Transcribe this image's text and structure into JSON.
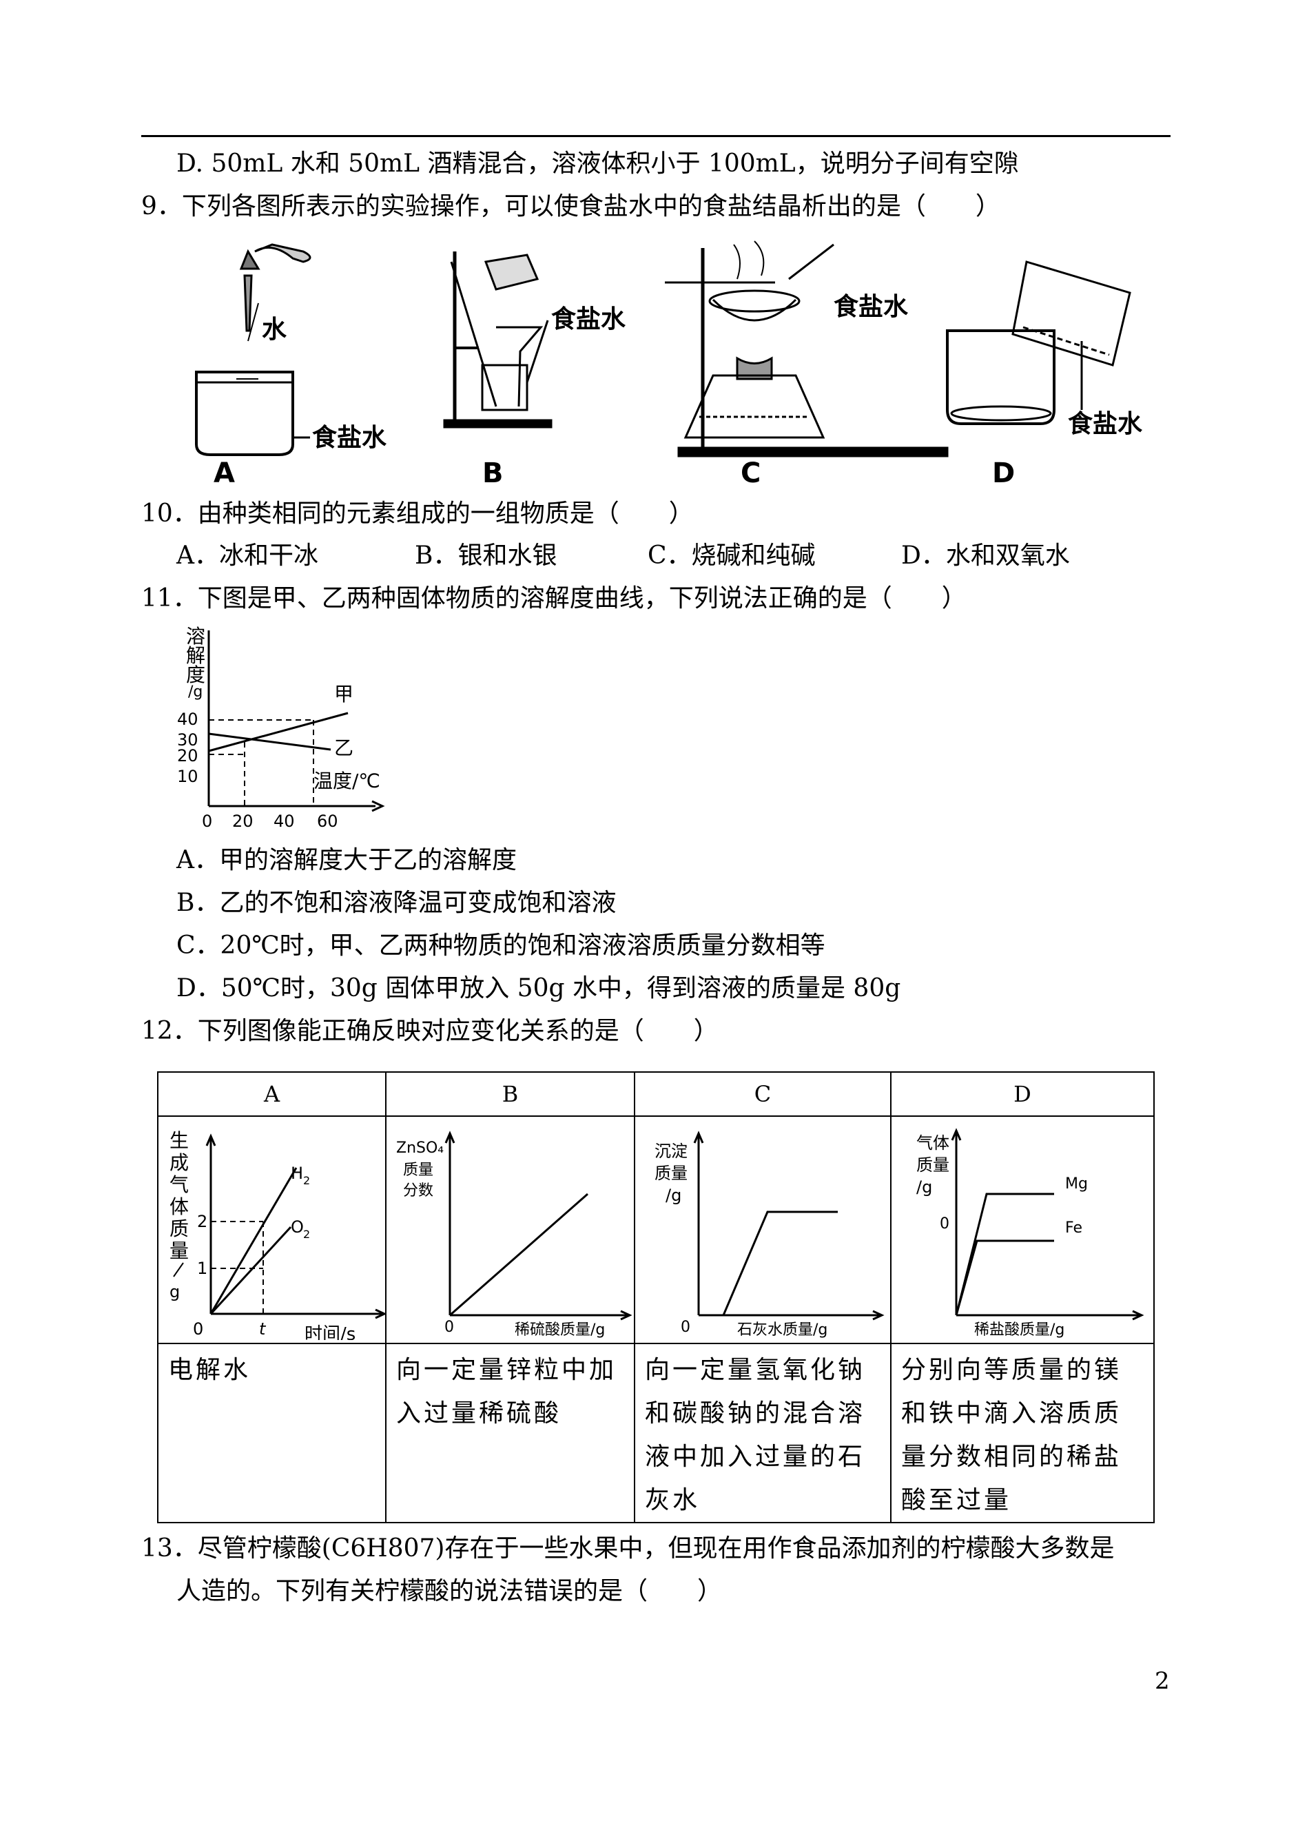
{
  "q8": {
    "option_d": "D. 50mL 水和 50mL 酒精混合，溶液体积小于 100mL，说明分子间有空隙"
  },
  "q9": {
    "stem": "9．下列各图所表示的实验操作，可以使食盐水中的食盐结晶析出的是（　　）",
    "figures": [
      {
        "letter": "A",
        "labels": [
          "水",
          "食盐水"
        ]
      },
      {
        "letter": "B",
        "labels": [
          "食盐水"
        ]
      },
      {
        "letter": "C",
        "labels": [
          "食盐水"
        ]
      },
      {
        "letter": "D",
        "labels": [
          "食盐水"
        ]
      }
    ]
  },
  "q10": {
    "stem": "10．由种类相同的元素组成的一组物质是（　　）",
    "options": [
      "A．冰和干冰",
      "B．银和水银",
      "C．烧碱和纯碱",
      "D．水和双氧水"
    ]
  },
  "q11": {
    "stem": "11．下图是甲、乙两种固体物质的溶解度曲线，下列说法正确的是（　　）",
    "graph": {
      "ylabel": "溶解度/g",
      "xlabel": "温度/℃",
      "y_ticks": [
        "40",
        "30",
        "20",
        "10"
      ],
      "x_ticks": [
        "0",
        "20",
        "40",
        "60"
      ],
      "series_names": [
        "甲",
        "乙"
      ]
    },
    "options": [
      "A．甲的溶解度大于乙的溶解度",
      "B．乙的不饱和溶液降温可变成饱和溶液",
      "C．20℃时，甲、乙两种物质的饱和溶液溶质质量分数相等",
      "D．50℃时，30g 固体甲放入 50g 水中，得到溶液的质量是 80g"
    ]
  },
  "q12": {
    "stem": "12．下列图像能正确反映对应变化关系的是（　　）",
    "headers": [
      "A",
      "B",
      "C",
      "D"
    ],
    "graph_a": {
      "ylabel": "生成气体质量/g",
      "xlabel": "时间/s",
      "origin": "0",
      "t_label": "t",
      "y2": "2",
      "y1": "1",
      "h2": "H",
      "h2_sub": "2",
      "o2": "O",
      "o2_sub": "2"
    },
    "graph_b": {
      "ylabel": [
        "ZnSO₄",
        "质量",
        "分数"
      ],
      "xlabel": "稀硫酸质量/g",
      "origin": "0"
    },
    "graph_c": {
      "ylabel": [
        "沉淀",
        "质量",
        "/g"
      ],
      "xlabel": "石灰水质量/g",
      "origin": "0"
    },
    "graph_d": {
      "ylabel": [
        "气体",
        "质量",
        "/g"
      ],
      "xlabel": "稀盐酸质量/g",
      "origin": "0",
      "mg": "Mg",
      "fe": "Fe"
    },
    "descriptions": [
      "电解水",
      "向一定量锌粒中加入过量稀硫酸",
      "向一定量氢氧化钠和碳酸钠的混合溶液中加入过量的石灰水",
      "分别向等质量的镁和铁中滴入溶质质量分数相同的稀盐酸至过量"
    ]
  },
  "q13": {
    "line1": "13．尽管柠檬酸(C6H807)存在于一些水果中，但现在用作食品添加剂的柠檬酸大多数是",
    "line2": "人造的。下列有关柠檬酸的说法错误的是（　　）"
  },
  "page_number": "2"
}
